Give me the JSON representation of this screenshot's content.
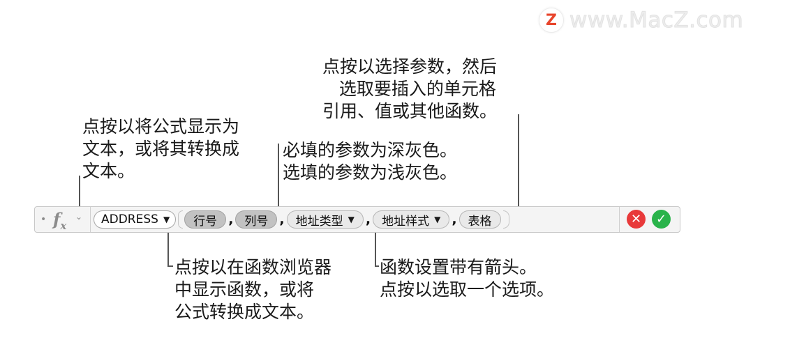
{
  "watermark": {
    "logo_letter": "Z",
    "text": "www.MacZ.com"
  },
  "callouts": {
    "show_as_text": "点按以将公式显示为\n文本，或将其转换成\n文本。",
    "arg_colors": "必填的参数为深灰色。\n选填的参数为浅灰色。",
    "select_arg": "点按以选择参数，然后\n   选取要插入的单元格\n引用、值或其他函数。",
    "function_browser": "点按以在函数浏览器\n中显示函数，或将\n公式转换成文本。",
    "options_arrow": "函数设置带有箭头。\n点按以选取一个选项。"
  },
  "formula_bar": {
    "fx_label": "f",
    "fx_sub": "x",
    "function_name": "ADDRESS",
    "args": {
      "row": "行号",
      "col": "列号",
      "addr_type": "地址类型",
      "addr_style": "地址样式",
      "table": "表格"
    },
    "comma": ",",
    "arrow_glyph": "▼",
    "cancel_glyph": "✕",
    "accept_glyph": "✓",
    "colors": {
      "required_arg": "#c2c2c2",
      "optional_arg": "#e9e9e9",
      "cancel": "#e8393a",
      "accept": "#29b34a"
    }
  }
}
